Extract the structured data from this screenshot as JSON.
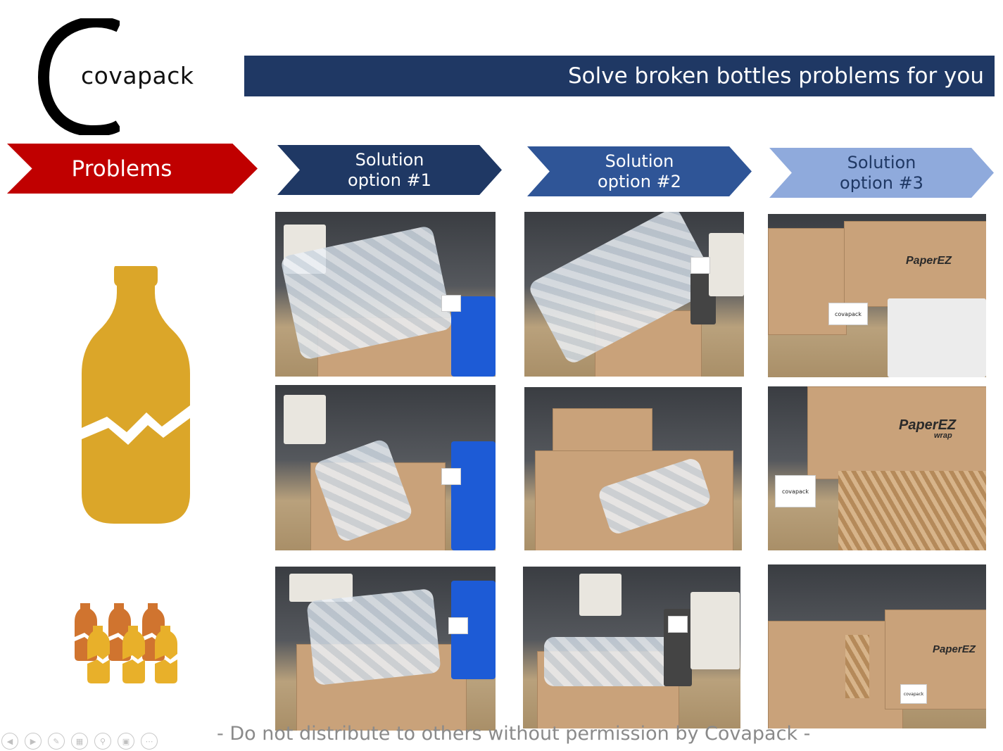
{
  "logo": {
    "letter": "C",
    "wordmark": "covapack"
  },
  "title": "Solve broken bottles problems for you",
  "headers": {
    "problems": "Problems",
    "solution_1": "Solution option #1",
    "solution_2": "Solution option #2",
    "solution_3": "Solution option #3"
  },
  "photos": {
    "brand_label": "PaperEZ",
    "brand_sub": "wrap",
    "card_text": "covapack"
  },
  "footer": "- Do not distribute to others without permission by Covapack -",
  "slide_controls": [
    "previous-icon",
    "next-icon",
    "pen-icon",
    "slides-icon",
    "zoom-icon",
    "subtitles-icon",
    "more-icon"
  ],
  "colors": {
    "navy": "#1f3864",
    "mid_blue": "#2f5597",
    "light_blue": "#8faadc",
    "red": "#c00000",
    "bottle_gold": "#dba629",
    "bottle_orange": "#d0742f"
  }
}
